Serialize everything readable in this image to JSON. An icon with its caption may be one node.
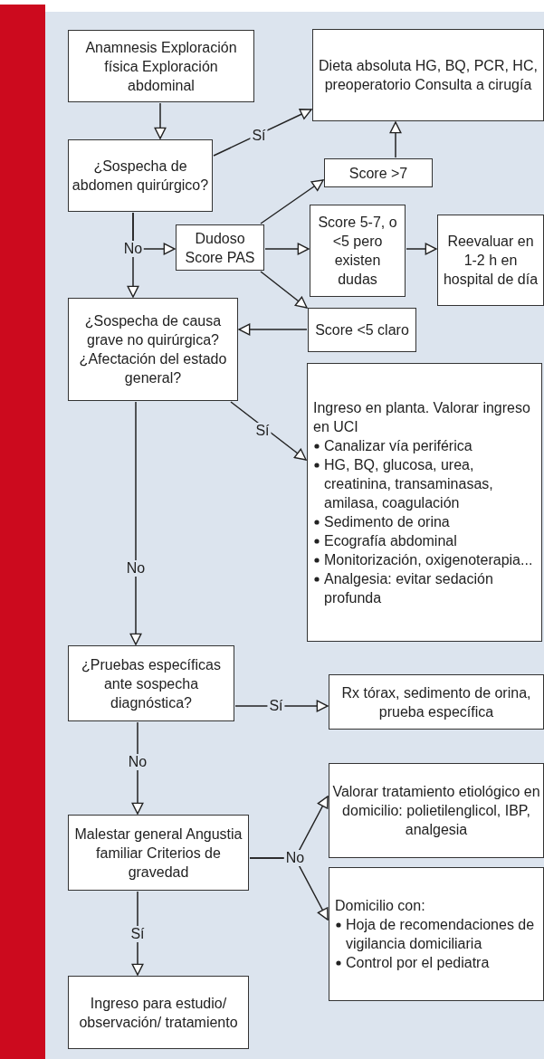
{
  "diagram": {
    "nodes": [
      {
        "text": [
          "Anamnesis Exploración física Exploración abdominal"
        ]
      },
      {
        "text": [
          "Dieta absoluta HG, BQ, PCR, HC, preoperatorio Consulta a cirugía"
        ]
      },
      {
        "text": [
          "¿Sospecha de abdomen quirúrgico?"
        ]
      },
      {
        "text": [
          "Score >7"
        ]
      },
      {
        "text": [
          "Dudoso Score PAS"
        ]
      },
      {
        "text": [
          "Score 5-7, o <5 pero existen dudas"
        ]
      },
      {
        "text": [
          "Reevaluar en 1-2 h en hospital de día"
        ]
      },
      {
        "text": [
          "¿Sospecha de causa grave no quirúrgica? ¿Afectación del estado general?"
        ]
      },
      {
        "text": [
          "Score <5 claro"
        ]
      },
      {
        "text": [
          "Ingreso en planta. Valorar ingreso en UCI",
          "Canalizar vía periférica",
          "HG, BQ, glucosa, urea, creatinina, transaminasas, amilasa, coagulación",
          "Sedimento de orina",
          "Ecografía abdominal",
          "Monitorización, oxigenoterapia...",
          "Analgesia: evitar sedación profunda"
        ]
      },
      {
        "text": [
          "¿Pruebas específicas ante sospecha diagnóstica?"
        ]
      },
      {
        "text": [
          "Rx tórax, sedimento de orina, prueba específica"
        ]
      },
      {
        "text": [
          "Valorar tratamiento etiológico en domicilio: polietilenglicol, IBP, analgesia"
        ]
      },
      {
        "text": [
          "Malestar general Angustia familiar Criterios de gravedad"
        ]
      },
      {
        "text": [
          "Domicilio con:",
          "Hoja de recomendaciones de vigilancia domiciliaria",
          "Control por el pediatra"
        ]
      },
      {
        "text": [
          "Ingreso para estudio/ observación/ tratamiento"
        ]
      }
    ],
    "edges": [
      {
        "from": 0,
        "to": 2,
        "arrow": "to"
      },
      {
        "from": 2,
        "to": 1,
        "arrow": "to",
        "label": "Sí"
      },
      {
        "from": 2,
        "to": 4,
        "arrow": "to",
        "label": "No"
      },
      {
        "from": 2,
        "to": 7,
        "arrow": "to"
      },
      {
        "from": 4,
        "to": 3,
        "arrow": "to"
      },
      {
        "from": 4,
        "to": 5,
        "arrow": "to"
      },
      {
        "from": 4,
        "to": 8,
        "arrow": "to"
      },
      {
        "from": 5,
        "to": 6,
        "arrow": "to"
      },
      {
        "from": 3,
        "to": 1,
        "arrow": "to"
      },
      {
        "from": 8,
        "to": 7,
        "arrow": "to"
      },
      {
        "from": 7,
        "to": 9,
        "arrow": "to",
        "label": "Sí"
      },
      {
        "from": 7,
        "to": 10,
        "arrow": "to",
        "label": "No"
      },
      {
        "from": 10,
        "to": 11,
        "arrow": "to",
        "label": "Sí"
      },
      {
        "from": 10,
        "to": 13,
        "arrow": "to",
        "label": "No"
      },
      {
        "from": 13,
        "to": 12,
        "arrow": "to",
        "label": "No"
      },
      {
        "from": 13,
        "to": 14,
        "arrow": "to"
      },
      {
        "from": 13,
        "to": 15,
        "arrow": "to",
        "label": "Sí"
      }
    ]
  }
}
